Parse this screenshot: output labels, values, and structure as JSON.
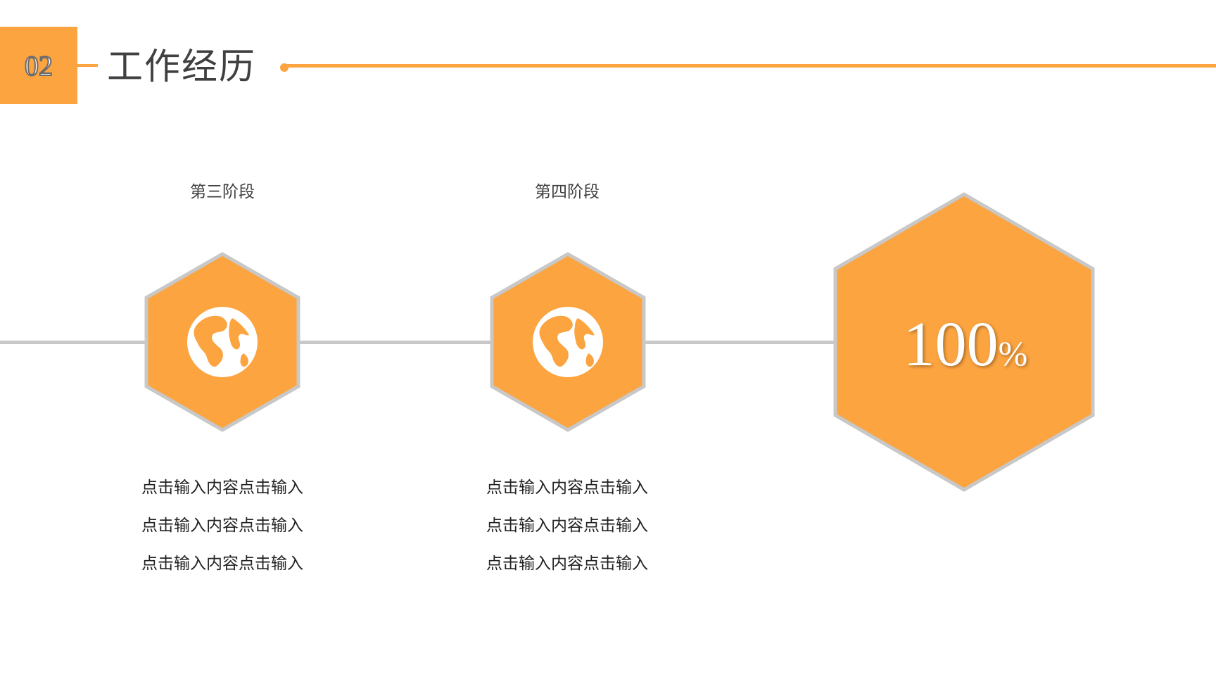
{
  "header": {
    "section_number": "02",
    "title": "工作经历"
  },
  "stages": [
    {
      "label": "第三阶段",
      "icon": "globe-icon",
      "lines": [
        "点击输入内容点击输入",
        "点击输入内容点击输入",
        "点击输入内容点击输入"
      ]
    },
    {
      "label": "第四阶段",
      "icon": "globe-icon",
      "lines": [
        "点击输入内容点击输入",
        "点击输入内容点击输入",
        "点击输入内容点击输入"
      ]
    }
  ],
  "completion": {
    "value": "100",
    "unit": "%"
  },
  "colors": {
    "accent": "#FCA440",
    "hex_border": "#C8C8C8",
    "timeline": "#C8C8C8",
    "title_text": "#404040"
  }
}
